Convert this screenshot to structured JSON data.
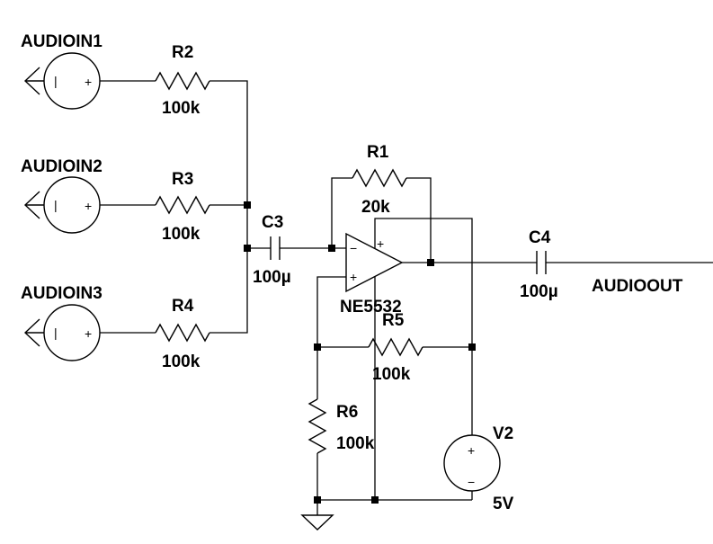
{
  "sources": [
    {
      "label": "AUDIOIN1",
      "plus": "+",
      "minus": "|"
    },
    {
      "label": "AUDIOIN2",
      "plus": "+",
      "minus": "|"
    },
    {
      "label": "AUDIOIN3",
      "plus": "+",
      "minus": "|"
    }
  ],
  "resistors": {
    "r1": {
      "name": "R1",
      "value": "20k"
    },
    "r2": {
      "name": "R2",
      "value": "100k"
    },
    "r3": {
      "name": "R3",
      "value": "100k"
    },
    "r4": {
      "name": "R4",
      "value": "100k"
    },
    "r5": {
      "name": "R5",
      "value": "100k"
    },
    "r6": {
      "name": "R6",
      "value": "100k"
    }
  },
  "capacitors": {
    "c3": {
      "name": "C3",
      "value": "100µ"
    },
    "c4": {
      "name": "C4",
      "value": "100µ"
    }
  },
  "opamp": {
    "part": "NE5532",
    "inv_pin": "−",
    "noninv_pin": "+",
    "supply_pin": "+"
  },
  "supply": {
    "name": "V2",
    "value": "5V",
    "plus": "+",
    "minus": "−"
  },
  "output": {
    "label": "AUDIOOUT"
  }
}
